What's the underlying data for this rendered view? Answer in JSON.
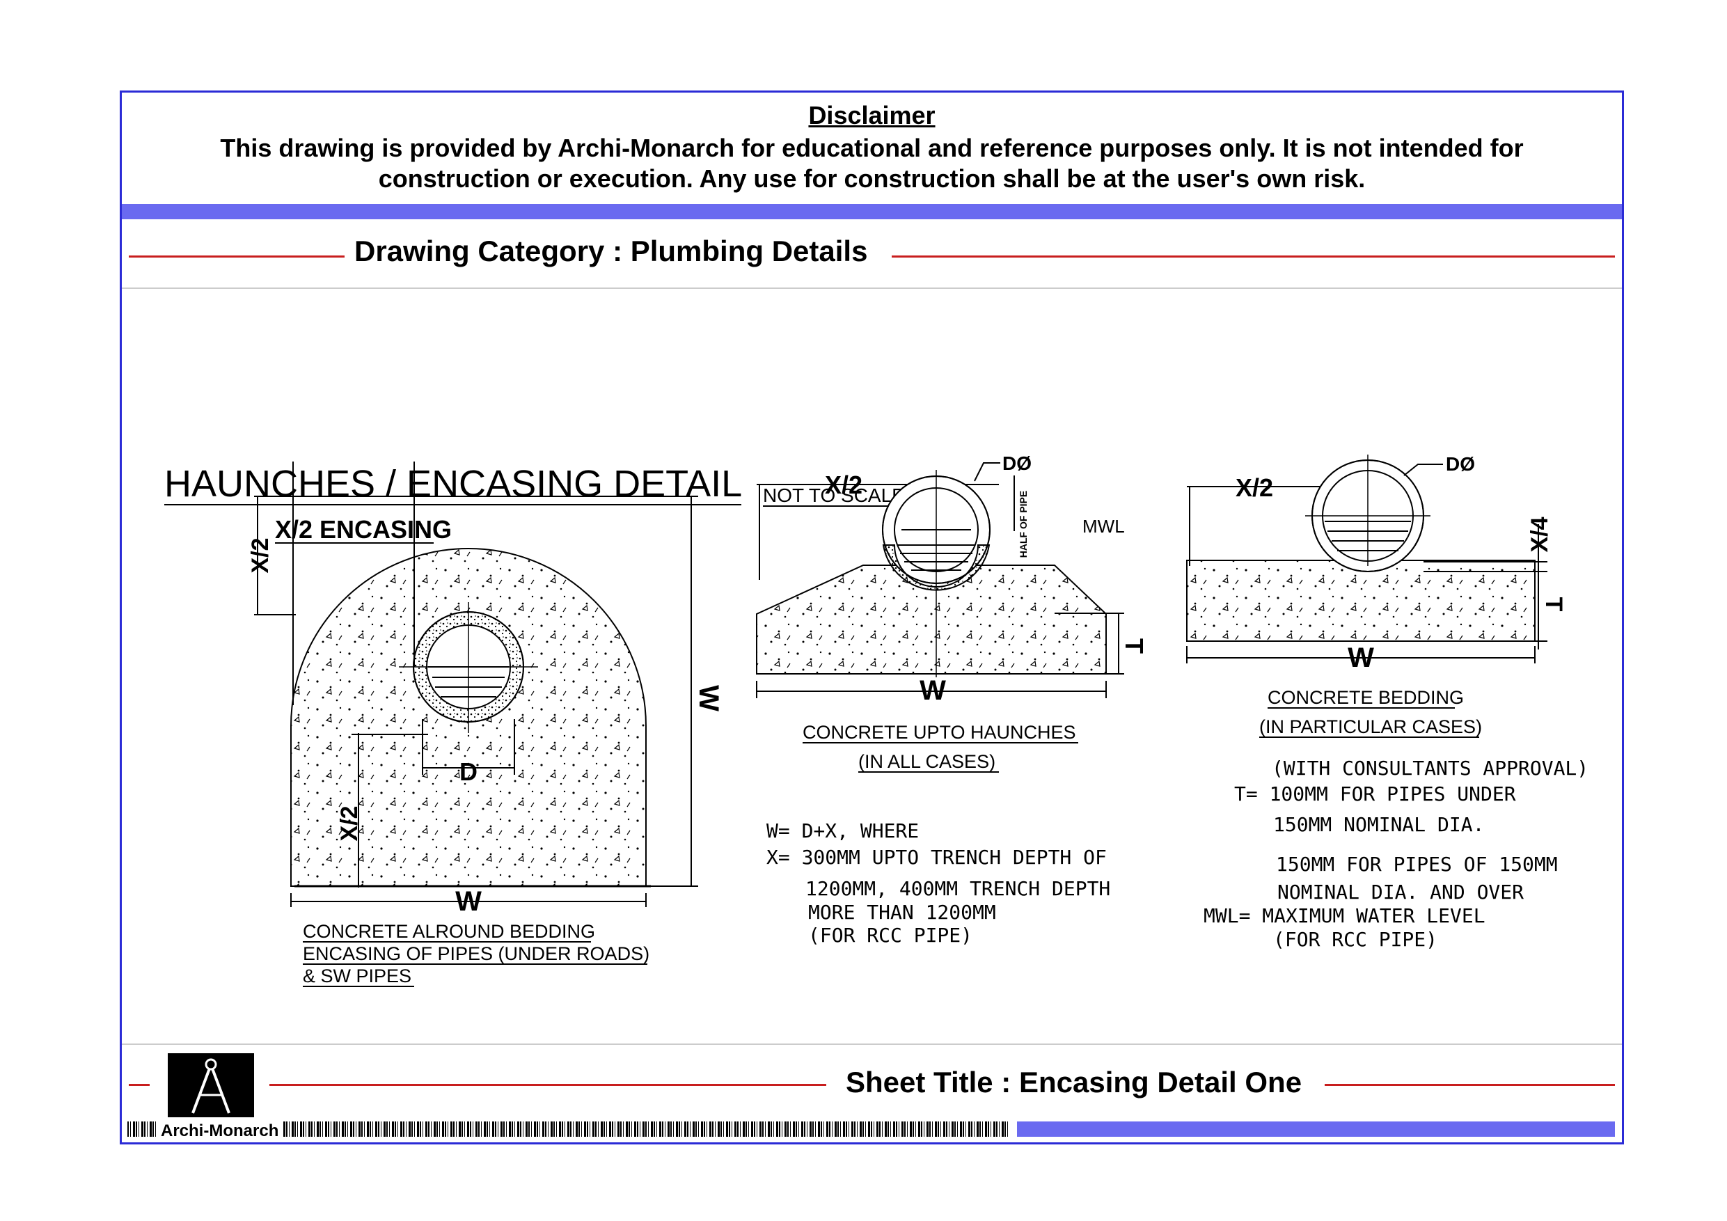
{
  "disclaimer": {
    "title": "Disclaimer",
    "text": "This drawing is provided by Archi-Monarch for educational and reference purposes only. It is not intended for construction or execution. Any use for construction shall be at the user's own risk."
  },
  "category": "Drawing Category : Plumbing Details",
  "drawing": {
    "title": "HAUNCHES / ENCASING DETAIL",
    "scale_note": "NOT TO SCALE",
    "detail1": {
      "top_label": "X/2 ENCASING",
      "x2_side": "X/2",
      "w_side": "W",
      "x2_bottom": "X/2",
      "d_label": "D",
      "w_bottom": "W",
      "caption": [
        "CONCRETE ALROUND BEDDING",
        "ENCASING OF PIPES (UNDER ROADS)",
        "& SW PIPES"
      ]
    },
    "detail2": {
      "x2": "X/2",
      "dia": "DØ",
      "half": "HALF OF PIPE",
      "mwl": "MWL",
      "t": "T",
      "w": "W",
      "caption": [
        "CONCRETE UPTO HAUNCHES",
        "(IN ALL CASES)"
      ],
      "notes": [
        "W= D+X, WHERE",
        "X= 300MM UPTO TRENCH DEPTH OF",
        "1200MM, 400MM TRENCH DEPTH",
        "MORE THAN 1200MM",
        "(FOR RCC PIPE)"
      ]
    },
    "detail3": {
      "x2": "X/2",
      "dia": "DØ",
      "x4": "X/4",
      "t": "T",
      "w": "W",
      "caption": [
        "CONCRETE BEDDING",
        "(IN PARTICULAR CASES)"
      ],
      "notes": [
        "(WITH CONSULTANTS APPROVAL)",
        "T= 100MM FOR PIPES UNDER",
        "150MM NOMINAL DIA.",
        "150MM FOR PIPES OF 150MM",
        "NOMINAL DIA. AND OVER",
        "MWL= MAXIMUM WATER LEVEL",
        "(FOR RCC PIPE)"
      ]
    }
  },
  "footer": {
    "sheet_title": "Sheet Title : Encasing Detail One",
    "brand": "Archi-Monarch"
  }
}
